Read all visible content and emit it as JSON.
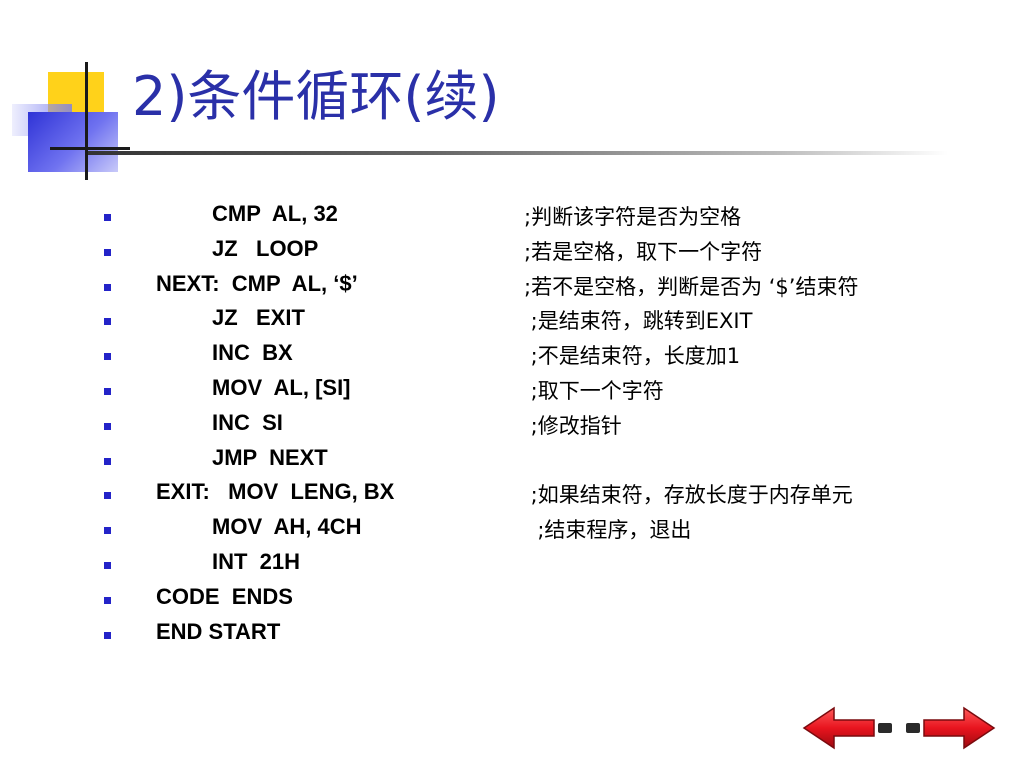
{
  "slide": {
    "title": "2)条件循环(续)"
  },
  "lines": [
    {
      "code": "CMP  AL, 32",
      "comment": ";判断该字符是否为空格",
      "indent": 1
    },
    {
      "code": "JZ   LOOP",
      "comment": ";若是空格，取下一个字符",
      "indent": 1
    },
    {
      "code": "NEXT:  CMP  AL, ‘$’",
      "comment": ";若不是空格，判断是否为 ‘$’结束符",
      "indent": 0
    },
    {
      "code": "JZ   EXIT",
      "comment": " ;是结束符，跳转到EXIT",
      "indent": 1
    },
    {
      "code": "INC  BX",
      "comment": " ;不是结束符，长度加1",
      "indent": 1
    },
    {
      "code": "MOV  AL, [SI]",
      "comment": " ;取下一个字符",
      "indent": 1
    },
    {
      "code": "INC  SI",
      "comment": " ;修改指针",
      "indent": 1
    },
    {
      "code": "JMP  NEXT",
      "comment": "",
      "indent": 1
    },
    {
      "code": "EXIT:   MOV  LENG, BX",
      "comment": " ;如果结束符，存放长度于内存单元",
      "indent": 0
    },
    {
      "code": "MOV  AH, 4CH",
      "comment": "  ;结束程序，退出",
      "indent": 1
    },
    {
      "code": "INT  21H",
      "comment": "",
      "indent": 1
    },
    {
      "code": "CODE  ENDS",
      "comment": "",
      "indent": 0
    },
    {
      "code": "END START",
      "comment": "",
      "indent": 0
    }
  ],
  "nav": {
    "prev_icon": "arrow-left-icon",
    "next_icon": "arrow-right-icon"
  },
  "colors": {
    "title": "#2a30a8",
    "bullet": "#2323c8",
    "arrow": "#e8141e",
    "accent_yellow": "#ffd21a",
    "accent_blue": "#2f33d6"
  }
}
